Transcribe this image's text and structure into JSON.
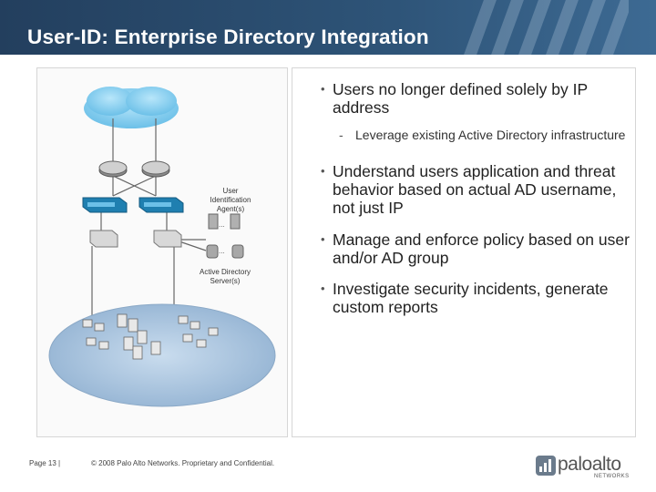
{
  "header": {
    "title": "User-ID:  Enterprise Directory Integration"
  },
  "diagram": {
    "agent_label": "User\nIdentification\nAgent(s)",
    "ad_label": "Active Directory\nServer(s)"
  },
  "bullets": [
    {
      "text": "Users no longer defined solely by IP address",
      "sub": "Leverage existing Active Directory infrastructure"
    },
    {
      "text": "Understand users application and threat behavior based on actual AD username, not just IP"
    },
    {
      "text": "Manage and enforce policy based on user and/or AD group"
    },
    {
      "text": "Investigate security incidents, generate custom reports"
    }
  ],
  "footer": {
    "page": "Page 13  |",
    "copyright": "© 2008 Palo Alto Networks. Proprietary and Confidential."
  },
  "logo": {
    "name": "paloalto",
    "sub": "NETWORKS"
  },
  "colors": {
    "header": "#2e5478",
    "cloud": "#8fd0f0",
    "network_disc": "#a8c4e0"
  }
}
